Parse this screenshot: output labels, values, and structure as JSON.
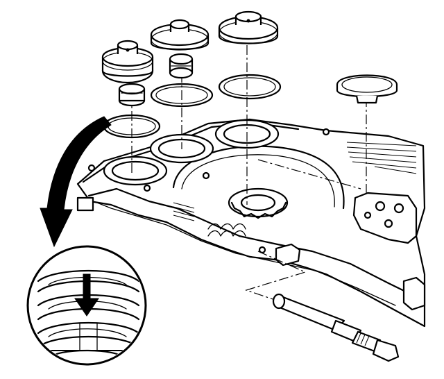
{
  "figure": {
    "parts": [
      {
        "name": "accumulator-piston",
        "count": 3
      },
      {
        "name": "accumulator-spring",
        "count": 2
      },
      {
        "name": "o-ring-seal",
        "count": 3
      },
      {
        "name": "retaining-clip",
        "count": 1
      },
      {
        "name": "valve-body-case",
        "count": 1
      },
      {
        "name": "wiring-connector",
        "count": 1
      }
    ],
    "detail_view": "spring-compression-inset",
    "arrow_direction": "down"
  }
}
